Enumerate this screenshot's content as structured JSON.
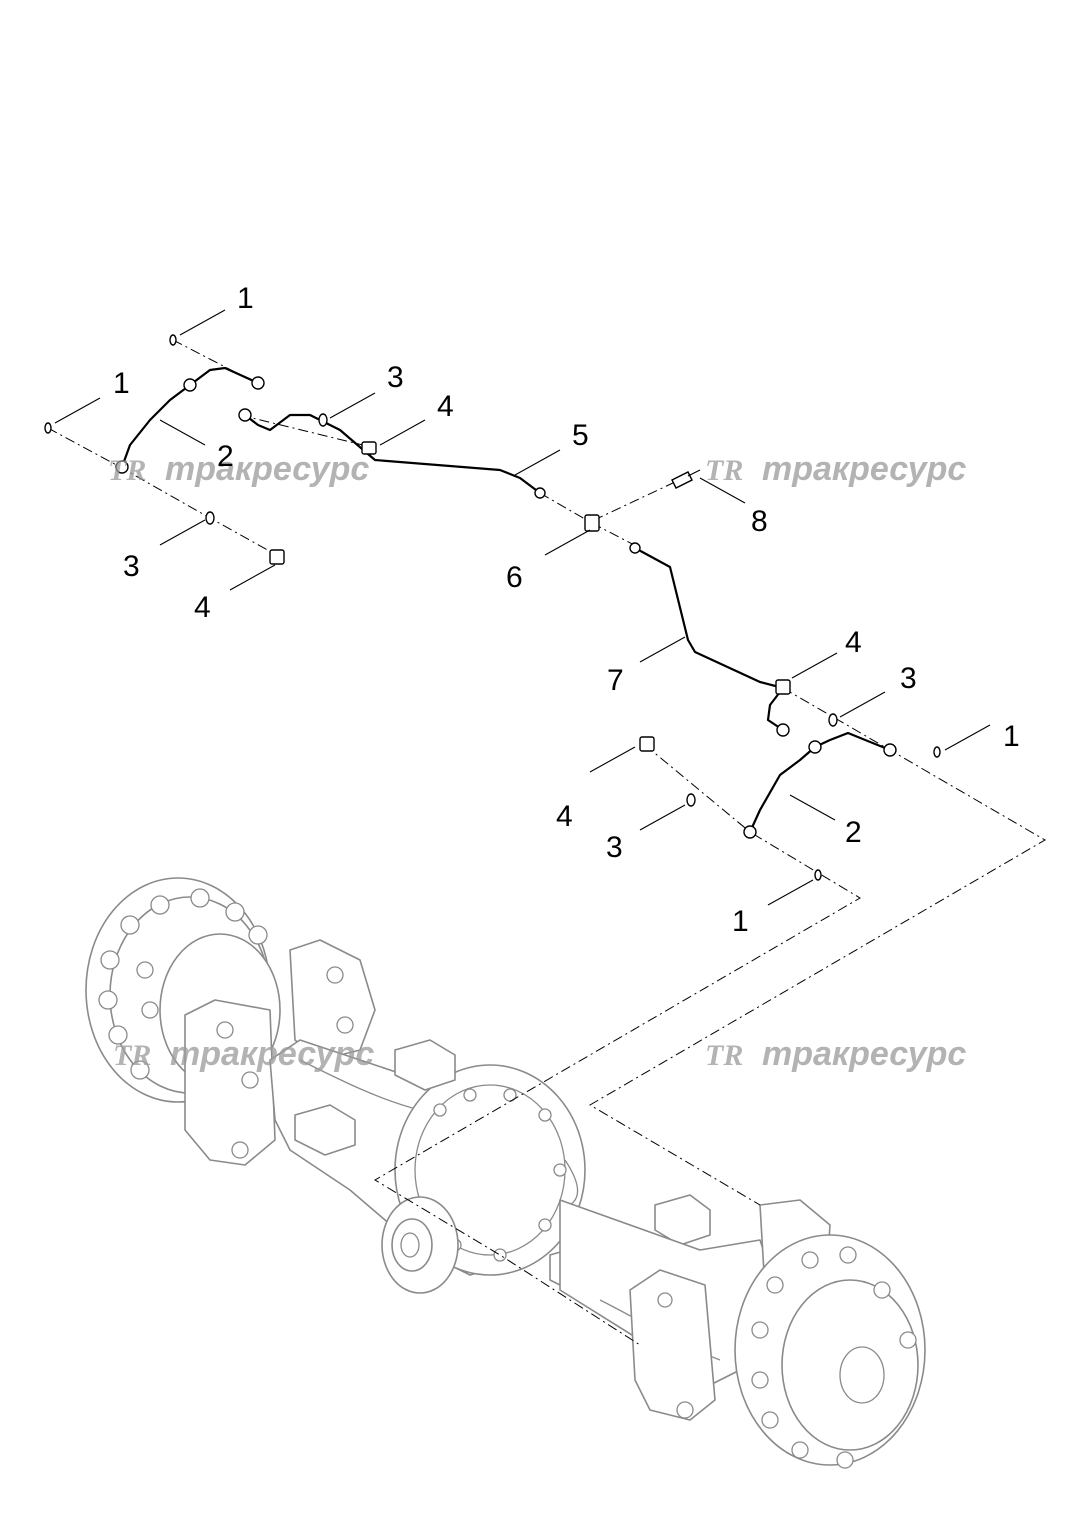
{
  "callouts": [
    {
      "id": "c1a",
      "text": "1"
    },
    {
      "id": "c1b",
      "text": "1"
    },
    {
      "id": "c3a",
      "text": "3"
    },
    {
      "id": "c4a",
      "text": "4"
    },
    {
      "id": "c5",
      "text": "5"
    },
    {
      "id": "c2a",
      "text": "2"
    },
    {
      "id": "c3b",
      "text": "3"
    },
    {
      "id": "c4b",
      "text": "4"
    },
    {
      "id": "c8",
      "text": "8"
    },
    {
      "id": "c6",
      "text": "6"
    },
    {
      "id": "c7",
      "text": "7"
    },
    {
      "id": "c4c",
      "text": "4"
    },
    {
      "id": "c3c",
      "text": "3"
    },
    {
      "id": "c1c",
      "text": "1"
    },
    {
      "id": "c4d",
      "text": "4"
    },
    {
      "id": "c3d",
      "text": "3"
    },
    {
      "id": "c2b",
      "text": "2"
    },
    {
      "id": "c1d",
      "text": "1"
    }
  ],
  "watermark": {
    "logo": "TR",
    "text": "тракресурс",
    "color": "#9a9a9a"
  }
}
